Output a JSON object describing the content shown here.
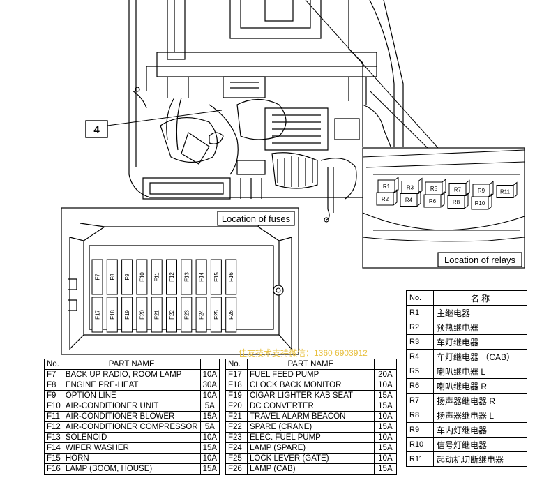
{
  "callout_number": "4",
  "location_fuses_label": "Location of fuses",
  "location_relays_label": "Location of relays",
  "watermark": "佳友技术支持微信：1360 6903912",
  "fuse_box_top": [
    "F7",
    "F8",
    "F9",
    "F10",
    "F11",
    "F12",
    "F13",
    "F14",
    "F15",
    "F16"
  ],
  "fuse_box_bottom": [
    "F17",
    "F18",
    "F19",
    "F20",
    "F21",
    "F22",
    "F23",
    "F24",
    "F25",
    "F26"
  ],
  "relay_labels": [
    "R1",
    "R2",
    "R3",
    "R4",
    "R5",
    "R6",
    "R7",
    "R8",
    "R9",
    "R10",
    "R11"
  ],
  "fuse_table_left": {
    "headers": [
      "No.",
      "PART NAME",
      ""
    ],
    "rows": [
      [
        "F7",
        "BACK UP RADIO, ROOM LAMP",
        "10A"
      ],
      [
        "F8",
        "ENGINE PRE-HEAT",
        "30A"
      ],
      [
        "F9",
        "OPTION LINE",
        "10A"
      ],
      [
        "F10",
        "AIR-CONDITIONER UNIT",
        "5A"
      ],
      [
        "F11",
        "AIR-CONDITIONER BLOWER",
        "15A"
      ],
      [
        "F12",
        "AIR-CONDITIONER COMPRESSOR",
        "5A"
      ],
      [
        "F13",
        "SOLENOID",
        "10A"
      ],
      [
        "F14",
        "WIPER WASHER",
        "15A"
      ],
      [
        "F15",
        "HORN",
        "10A"
      ],
      [
        "F16",
        "LAMP (BOOM, HOUSE)",
        "15A"
      ]
    ]
  },
  "fuse_table_right": {
    "headers": [
      "No.",
      "PART NAME",
      ""
    ],
    "rows": [
      [
        "F17",
        "FUEL FEED PUMP",
        "20A"
      ],
      [
        "F18",
        "CLOCK BACK MONITOR",
        "10A"
      ],
      [
        "F19",
        "CIGAR LIGHTER KAB SEAT",
        "15A"
      ],
      [
        "F20",
        "DC CONVERTER",
        "15A"
      ],
      [
        "F21",
        "TRAVEL ALARM BEACON",
        "10A"
      ],
      [
        "F22",
        "SPARE (CRANE)",
        "15A"
      ],
      [
        "F23",
        "ELEC. FUEL PUMP",
        "10A"
      ],
      [
        "F24",
        "LAMP (SPARE)",
        "15A"
      ],
      [
        "F25",
        "LOCK LEVER (GATE)",
        "10A"
      ],
      [
        "F26",
        "LAMP (CAB)",
        "15A"
      ]
    ]
  },
  "relay_table": {
    "headers": [
      "No.",
      "名 称"
    ],
    "rows": [
      [
        "R1",
        "主继电器"
      ],
      [
        "R2",
        "预热继电器"
      ],
      [
        "R3",
        "车灯继电器"
      ],
      [
        "R4",
        "车灯继电器 （CAB）"
      ],
      [
        "R5",
        "喇叭继电器 L"
      ],
      [
        "R6",
        "喇叭继电器 R"
      ],
      [
        "R7",
        "扬声器继电器 R"
      ],
      [
        "R8",
        "扬声器继电器 L"
      ],
      [
        "R9",
        "车内灯继电器"
      ],
      [
        "R10",
        "信号灯继电器"
      ],
      [
        "R11",
        "起动机切断继电器"
      ]
    ]
  }
}
